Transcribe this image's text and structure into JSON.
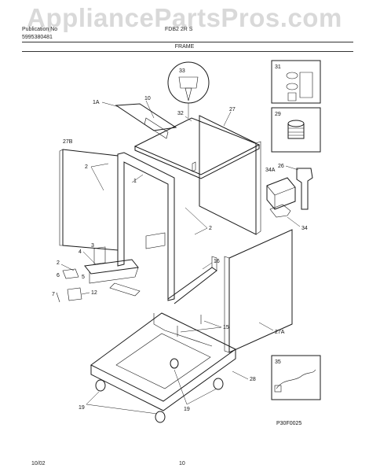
{
  "watermark": "AppliancePartsPros.com",
  "header": {
    "left_line_1": "Publication No",
    "left_line_2": "5995380481",
    "model": "FDB2 2R S",
    "title": "FRAME"
  },
  "figure_code": "P30F0025",
  "callouts": {
    "c33": "33",
    "c31": "31",
    "c29": "29",
    "c26": "26",
    "c34a": "34A",
    "c34": "34",
    "c1a": "1A",
    "c10": "10",
    "c32": "32",
    "c27": "27",
    "c27b": "27B",
    "c2a": "2",
    "c1": "1",
    "c2b": "2",
    "c16": "16",
    "c3": "3",
    "c4": "4",
    "c2c": "2",
    "c5": "5",
    "c6": "6",
    "c12": "12",
    "c7": "7",
    "c15": "15",
    "c27a": "27A",
    "c28": "28",
    "c35": "35",
    "c19a": "19",
    "c19b": "19"
  },
  "footer": {
    "date": "10/02",
    "page": "10"
  }
}
